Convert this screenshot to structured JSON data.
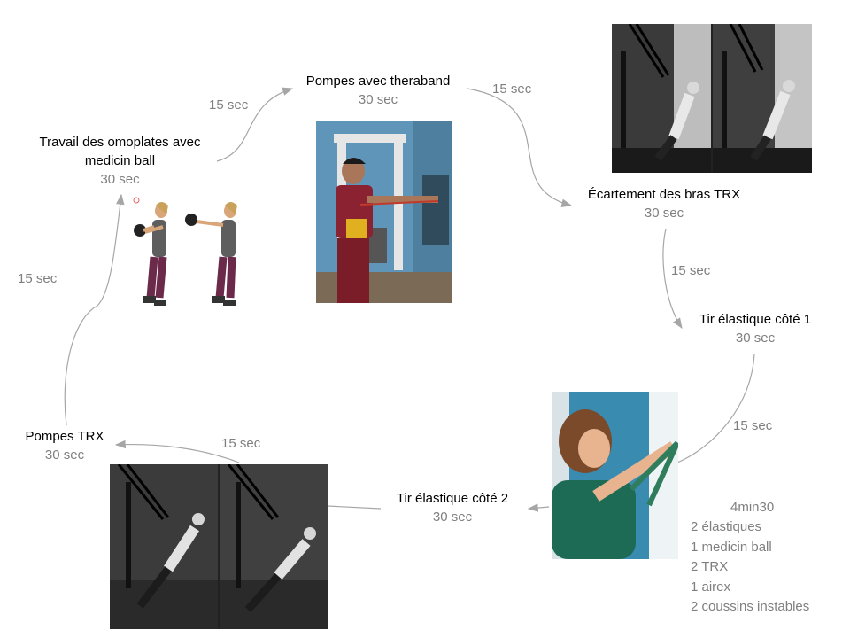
{
  "stations": [
    {
      "name": "Travail des omoplates avec medicin ball",
      "duration": "30 sec"
    },
    {
      "name": "Pompes avec theraband",
      "duration": "30 sec"
    },
    {
      "name": "Écartement des bras TRX",
      "duration": "30 sec"
    },
    {
      "name": "Tir élastique côté 1",
      "duration": "30 sec"
    },
    {
      "name": "Tir élastique côté 2",
      "duration": "30 sec"
    },
    {
      "name": "Pompes TRX",
      "duration": "30 sec"
    }
  ],
  "rests": [
    "15 sec",
    "15 sec",
    "15 sec",
    "15 sec",
    "15 sec",
    "15 sec"
  ],
  "summary": {
    "total": "4min30",
    "equipment": [
      "2 élastiques",
      "1 medicin ball",
      "2 TRX",
      "1 airex",
      "2 coussins instables"
    ]
  },
  "colors": {
    "arrow": "#a6a6a6",
    "muted": "#7f7f7f",
    "text": "#000000"
  }
}
